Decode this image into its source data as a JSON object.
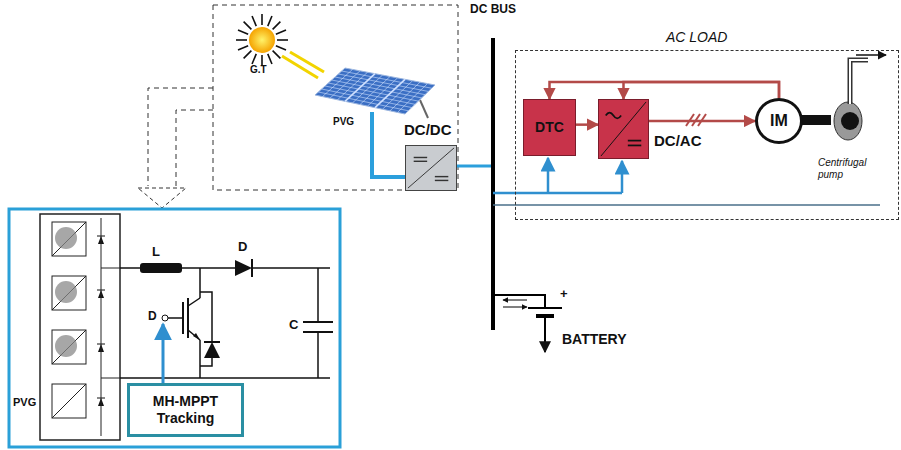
{
  "diagram": {
    "nodes": [
      {
        "text": [
          "DC/DC"
        ]
      },
      {
        "text": [
          "AC LOAD"
        ]
      },
      {
        "text": [
          "DTC"
        ],
        "in": 1
      },
      {
        "text": [
          "DC/AC"
        ],
        "in": 1
      },
      {
        "text": [
          "IM"
        ],
        "in": 1
      },
      {
        "text": [
          "MH-MPPT Tracking"
        ]
      }
    ],
    "edges": [
      {
        "from": 2,
        "to": 3,
        "arrow": "to"
      },
      {
        "from": 3,
        "to": 4,
        "arrow": "to"
      },
      {
        "from": 4,
        "to": 2,
        "arrow": "to"
      },
      {
        "from": 4,
        "to": 3,
        "arrow": "to"
      }
    ],
    "labels": [
      "G.T",
      "PVG",
      "DC BUS",
      "Centrifugal pump",
      "+",
      "BATTERY",
      "L",
      "D",
      "C",
      "D",
      "PVG"
    ]
  }
}
